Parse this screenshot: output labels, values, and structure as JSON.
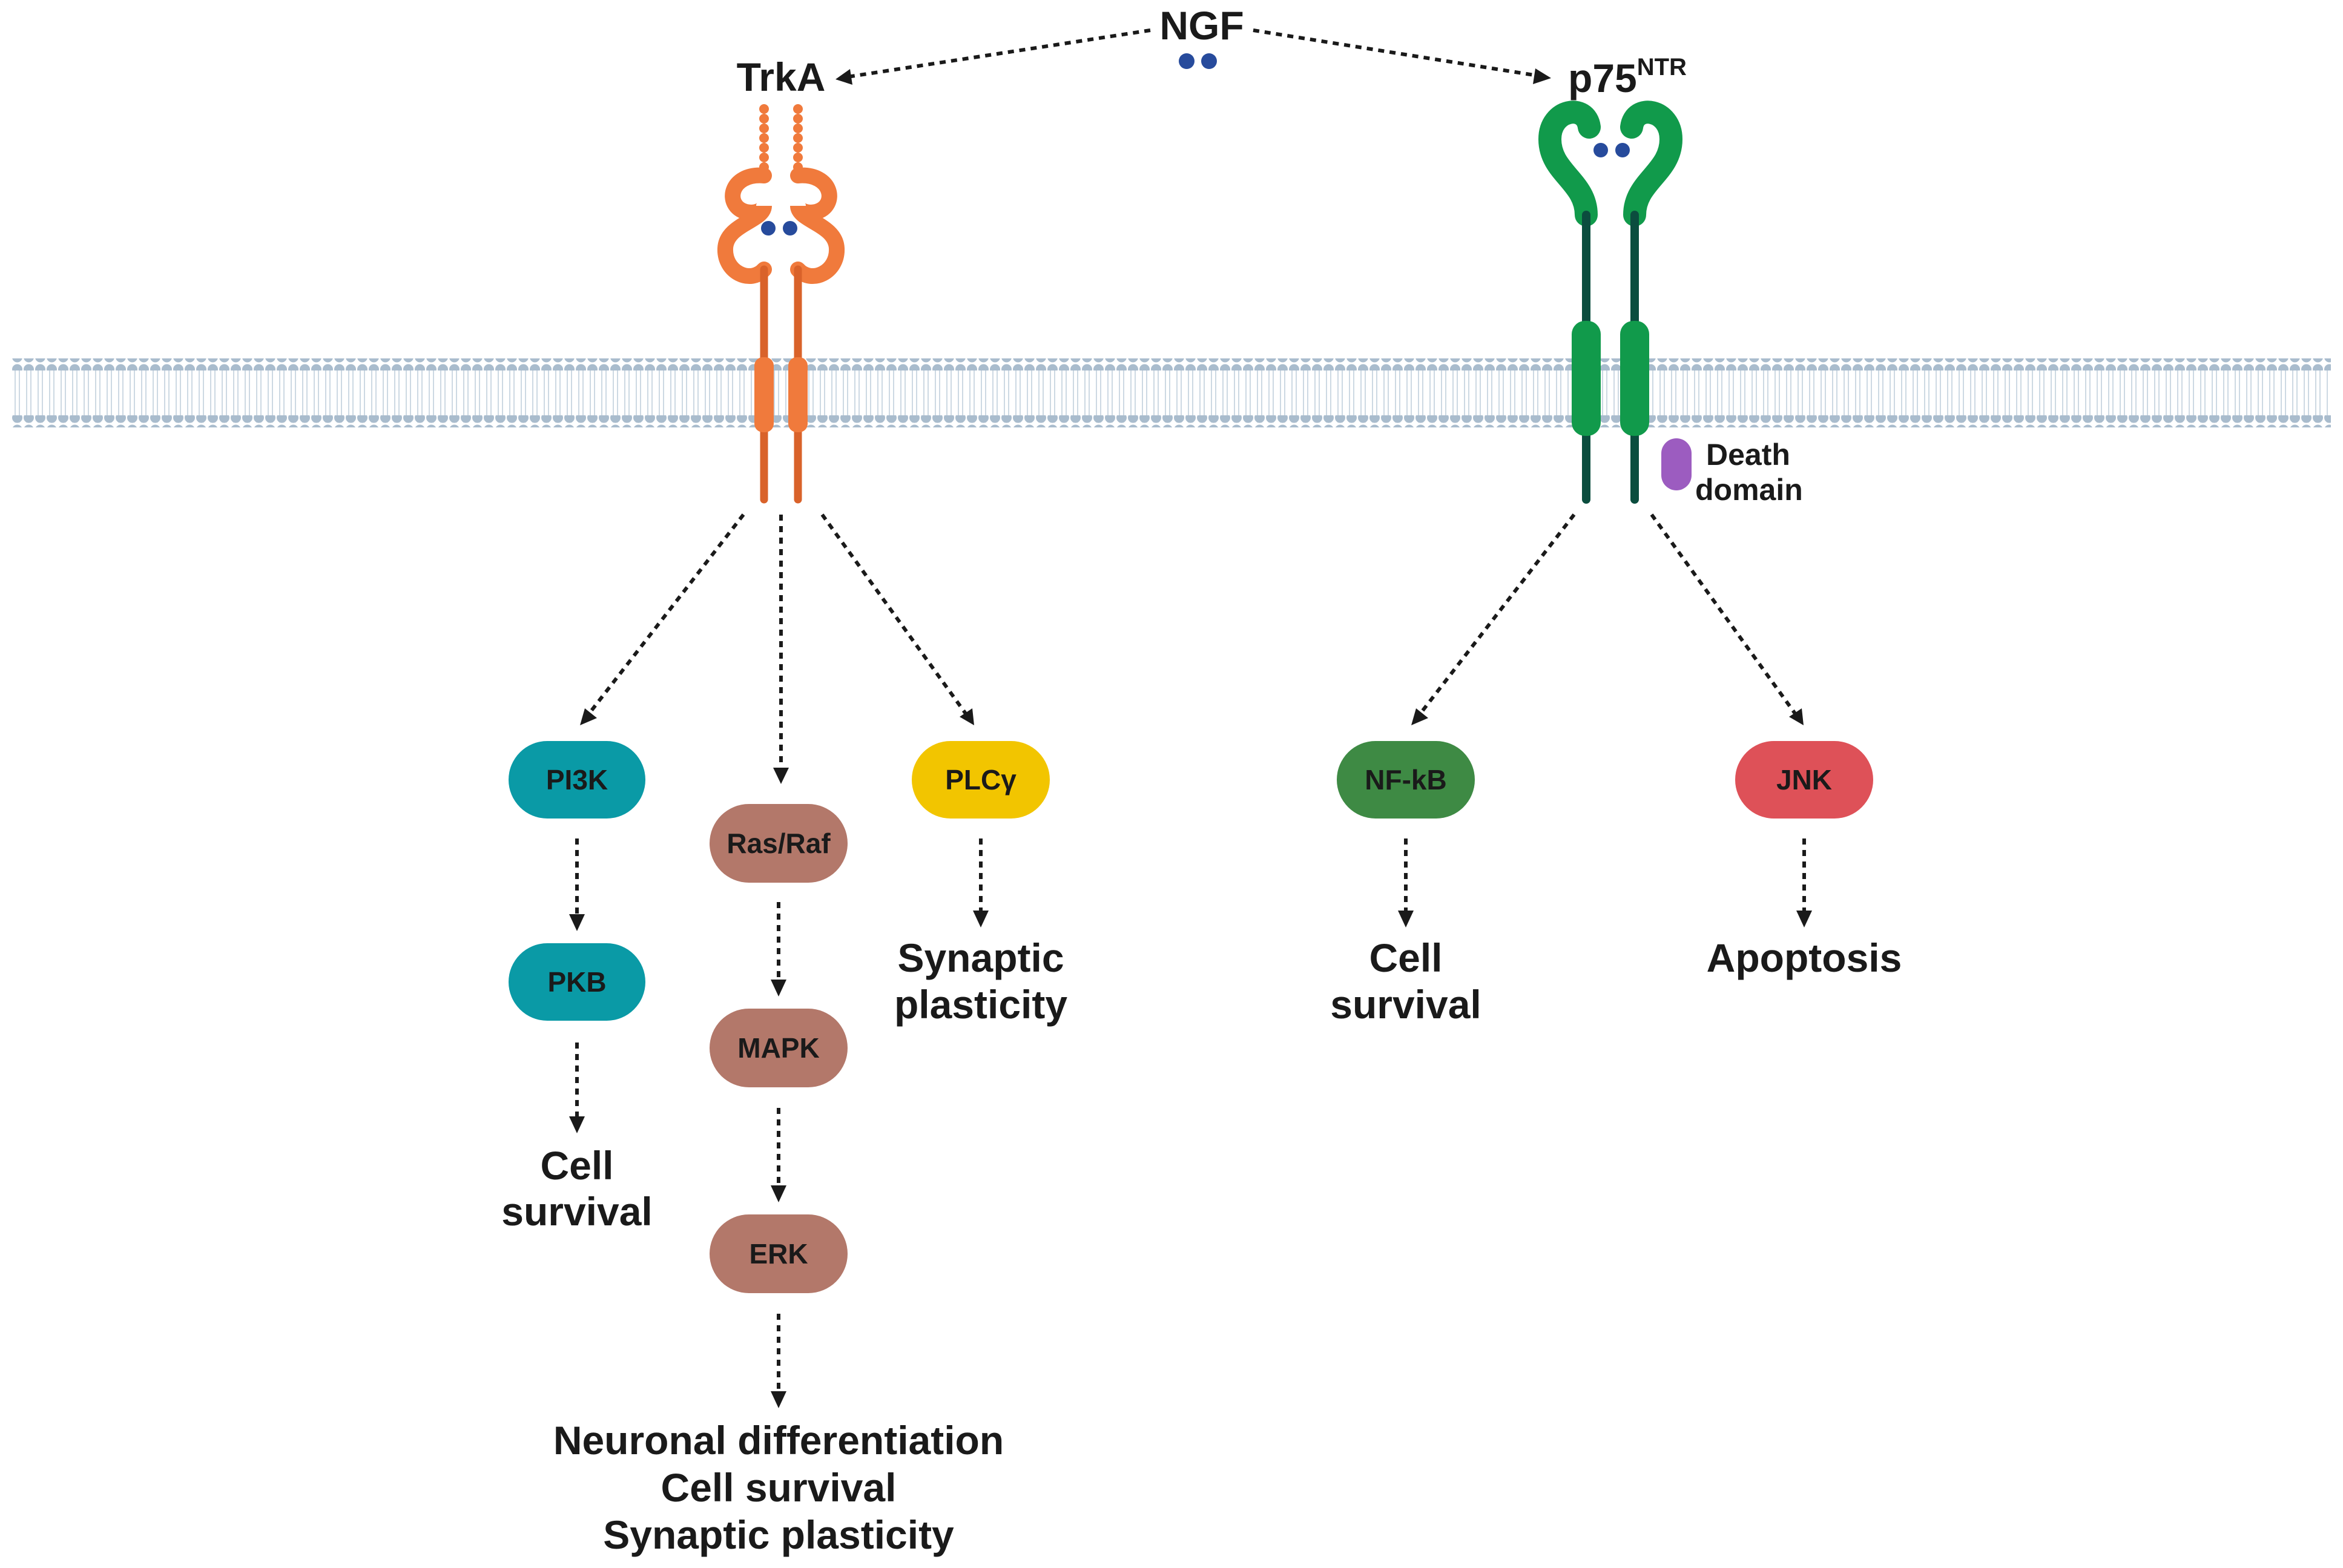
{
  "ligand": {
    "label": "NGF"
  },
  "receptors": {
    "trka": {
      "label": "TrkA"
    },
    "p75": {
      "label": "p75",
      "superscript": "NTR",
      "death_domain_line1": "Death",
      "death_domain_line2": "domain"
    }
  },
  "nodes": {
    "pi3k": "PI3K",
    "pkb": "PKB",
    "ras_raf": "Ras/Raf",
    "mapk": "MAPK",
    "erk": "ERK",
    "plcg": "PLCγ",
    "nfkb": "NF-kB",
    "jnk": "JNK"
  },
  "outcomes": {
    "pi3k_line1": "Cell",
    "pi3k_line2": "survival",
    "erk_line1": "Neuronal differentiation",
    "erk_line2": "Cell survival",
    "erk_line3": "Synaptic plasticity",
    "plcg_line1": "Synaptic",
    "plcg_line2": "plasticity",
    "nfkb_line1": "Cell",
    "nfkb_line2": "survival",
    "jnk_line1": "Apoptosis"
  },
  "colors": {
    "membrane_head": "#a9bccd",
    "membrane_tail": "#c9d6e1",
    "trka": "#f07a3c",
    "trka_dark": "#d9622a",
    "p75": "#119a4b",
    "p75_dark": "#0b4d3e",
    "ngf_dimer": "#274b9c",
    "death_domain": "#9c5cc0",
    "pi3k": "#0a9aa6",
    "pkb": "#0a9aa6",
    "ras_raf": "#b3786a",
    "mapk": "#b3786a",
    "erk": "#b3786a",
    "plcg": "#f2c500",
    "nfkb": "#3e8a44",
    "jnk": "#de5158"
  }
}
